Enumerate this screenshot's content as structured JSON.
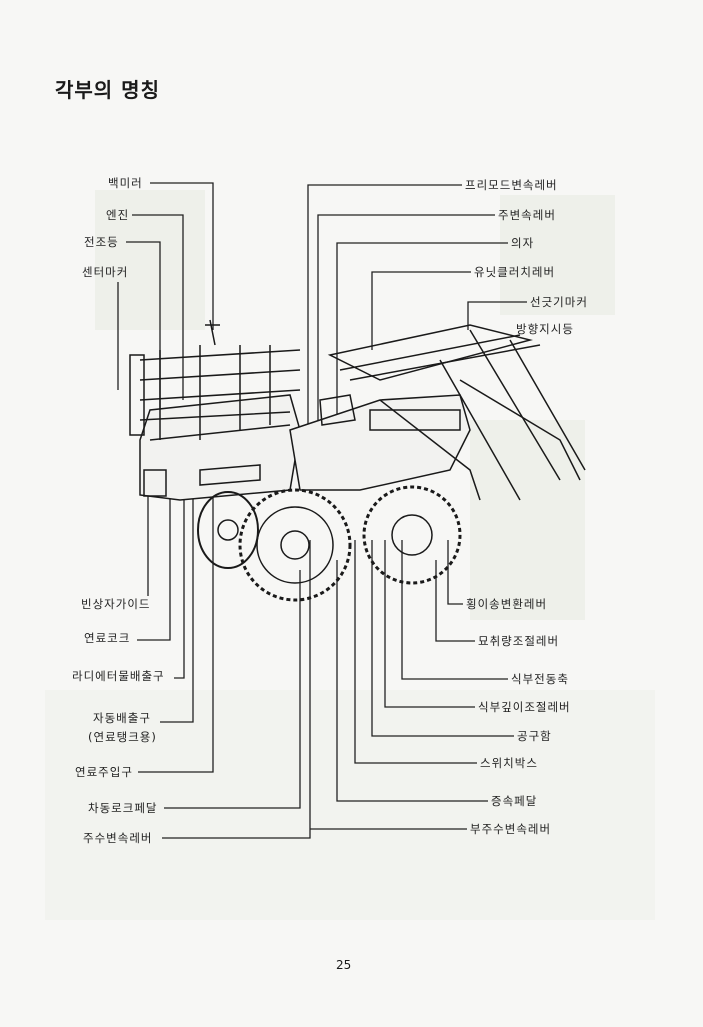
{
  "title": "각부의 명칭",
  "page_number": "25",
  "left_labels": {
    "backmirror": "백미러",
    "engine": "엔진",
    "headlight": "전조등",
    "center_marker": "센터마커",
    "empty_box_guide": "빈상자가이드",
    "fuel_cock": "연료코크",
    "radiator_drain": "라디에터물배출구",
    "auto_drain_1": "자동배출구",
    "auto_drain_2": "(연료탱크용)",
    "fuel_inlet": "연료주입구",
    "diff_lock_pedal": "차동로크페달",
    "main_shift_lever": "주수변속레버"
  },
  "right_labels": {
    "free_mode_lever": "프리모드변속레버",
    "main_gear_lever": "주변속레버",
    "seat": "의자",
    "unit_clutch_lever": "유닛클러치레버",
    "line_marker": "선긋기마커",
    "turn_signal": "방향지시등",
    "transverse_lever": "횡이송변환레버",
    "seedling_lever": "묘취량조절레버",
    "planting_shaft": "식부전동축",
    "planting_depth_lever": "식부깊이조절레버",
    "toolbox": "공구함",
    "switch_box": "스위치박스",
    "speed_pedal": "증속페달",
    "sub_shift_lever": "부주수변속레버"
  }
}
